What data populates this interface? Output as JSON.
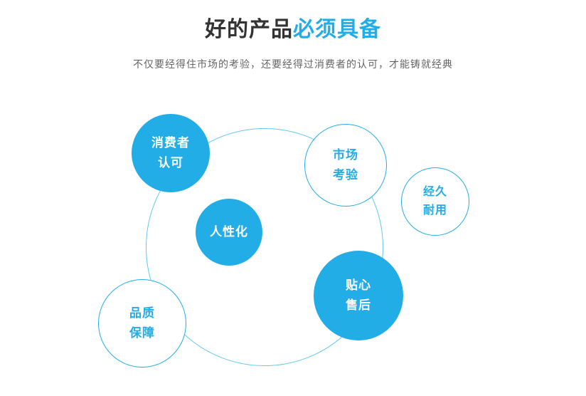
{
  "header": {
    "title_dark": "好的产品",
    "title_accent": "必须具备",
    "subtitle": "不仅要经得住市场的考验，还要经得过消费者的认可，才能铸就经典"
  },
  "colors": {
    "accent": "#22ade6",
    "accent_light": "#62c8ee",
    "title_dark": "#333333",
    "subtitle_gray": "#666666"
  },
  "diagram": {
    "bubbles": [
      {
        "id": "consumer-approval",
        "style": "filled",
        "lines": [
          "消费者",
          "认可"
        ]
      },
      {
        "id": "market-test",
        "style": "outline",
        "lines": [
          "市场",
          "考验"
        ]
      },
      {
        "id": "durable",
        "style": "outline",
        "lines": [
          "经久",
          "耐用"
        ]
      },
      {
        "id": "humanized",
        "style": "filled",
        "lines": [
          "人性化"
        ]
      },
      {
        "id": "caring-aftersale",
        "style": "filled",
        "lines": [
          "贴心",
          "售后"
        ]
      },
      {
        "id": "quality-guarantee",
        "style": "outline",
        "lines": [
          "品质",
          "保障"
        ]
      }
    ]
  }
}
